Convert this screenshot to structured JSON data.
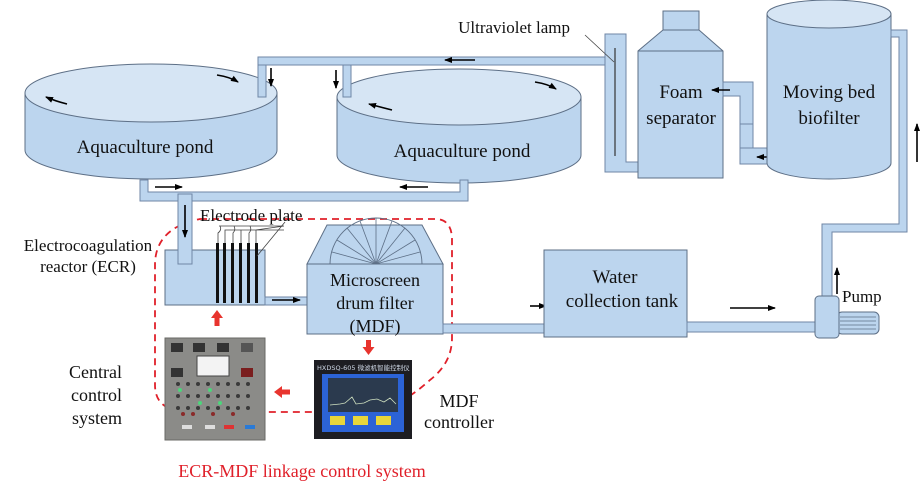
{
  "diagram": {
    "colors": {
      "water_fill": "#bcd5ee",
      "water_top": "#d6e5f4",
      "outline": "#5d6f86",
      "control_boundary": "#e0202a",
      "control_arrow": "#e8342e"
    },
    "components": {
      "pond1": "Aquaculture pond",
      "pond2": "Aquaculture pond",
      "uv_lamp": "Ultraviolet lamp",
      "foam_line1": "Foam",
      "foam_line2": "separator",
      "mbbr_line1": "Moving bed",
      "mbbr_line2": "biofilter",
      "electrode_plate": "Electrode plate",
      "ecr_line1": "Electrocoagulation",
      "ecr_line2": "reactor (ECR)",
      "mdf_line1": "Microscreen",
      "mdf_line2": "drum filter",
      "mdf_line3": "(MDF)",
      "tank_line1": "Water",
      "tank_line2": "collection tank",
      "pump": "Pump",
      "ccs_line1": "Central",
      "ccs_line2": "control",
      "ccs_line3": "system",
      "mdfc_line1": "MDF",
      "mdfc_line2": "controller"
    },
    "control_system_label": "ECR-MDF linkage control system",
    "mdf_controller_screen": {
      "header": "HXDSQ-605 微滤机智能控制仪"
    }
  }
}
